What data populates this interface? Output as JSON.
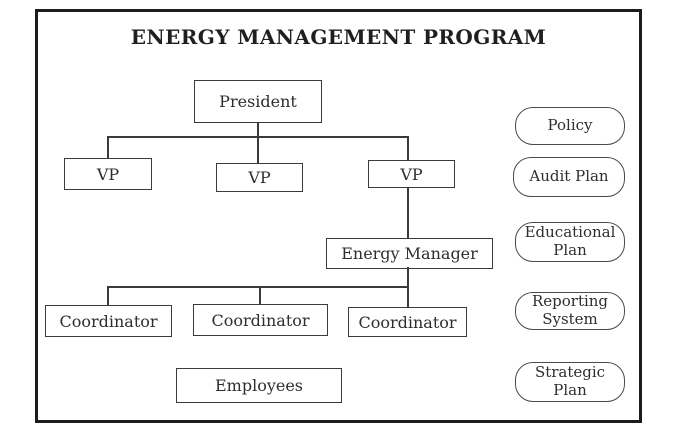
{
  "title": "ENERGY MANAGEMENT PROGRAM",
  "colors": {
    "background": "#ffffff",
    "frame_border": "#1c1c1c",
    "box_border": "#3a3a3a",
    "connector": "#3a3a3a",
    "pill_border": "#4a4a4a",
    "text": "#2e2e2e"
  },
  "org_chart": {
    "nodes": [
      {
        "id": "president",
        "label": "President"
      },
      {
        "id": "vp-1",
        "label": "VP"
      },
      {
        "id": "vp-2",
        "label": "VP"
      },
      {
        "id": "vp-3",
        "label": "VP"
      },
      {
        "id": "energy-manager",
        "label": "Energy Manager"
      },
      {
        "id": "coordinator-1",
        "label": "Coordinator"
      },
      {
        "id": "coordinator-2",
        "label": "Coordinator"
      },
      {
        "id": "coordinator-3",
        "label": "Coordinator"
      },
      {
        "id": "employees",
        "label": "Employees"
      }
    ],
    "edges": [
      {
        "from": "president",
        "to": "vp-1"
      },
      {
        "from": "president",
        "to": "vp-2"
      },
      {
        "from": "president",
        "to": "vp-3"
      },
      {
        "from": "vp-3",
        "to": "energy-manager"
      },
      {
        "from": "energy-manager",
        "to": "coordinator-1"
      },
      {
        "from": "energy-manager",
        "to": "coordinator-2"
      },
      {
        "from": "energy-manager",
        "to": "coordinator-3"
      }
    ]
  },
  "program_elements": [
    {
      "id": "policy",
      "label": "Policy"
    },
    {
      "id": "audit-plan",
      "label": "Audit Plan"
    },
    {
      "id": "educational-plan",
      "label": "Educational Plan"
    },
    {
      "id": "reporting-system",
      "label": "Reporting System"
    },
    {
      "id": "strategic-plan",
      "label": "Strategic Plan"
    }
  ]
}
